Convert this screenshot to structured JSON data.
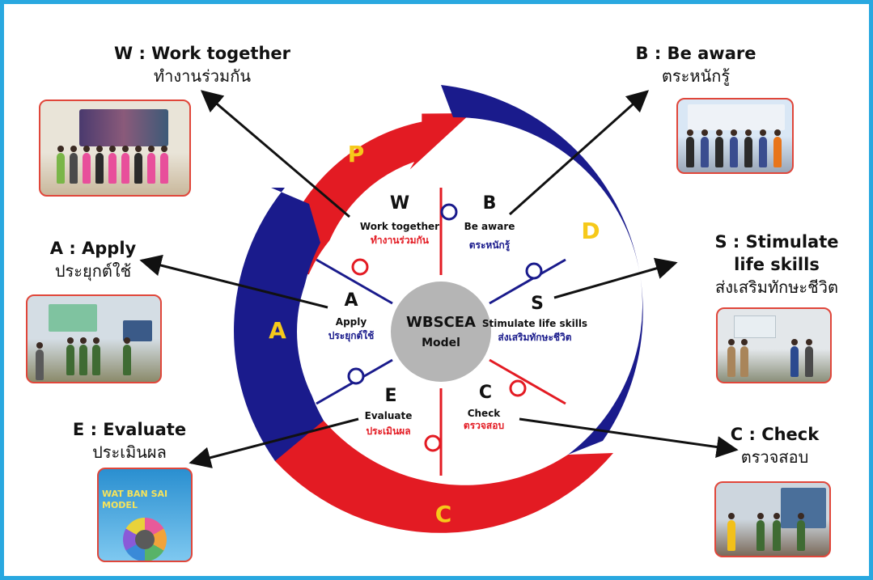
{
  "colors": {
    "border": "#29a8e0",
    "red": "#e31b23",
    "navy": "#1a1b8c",
    "pdca_letter": "#f6c91a",
    "center": "#b5b5b5",
    "arrow": "#111111"
  },
  "center": {
    "line1": "WBSCEA",
    "line2": "Model"
  },
  "pdca": {
    "p": "P",
    "d": "D",
    "c": "C",
    "a": "A"
  },
  "segments": [
    {
      "letter": "W",
      "en": "Work together",
      "th": "ทำงานร่วมกัน",
      "th_color": "#e31b23"
    },
    {
      "letter": "B",
      "en": "Be aware",
      "th": "ตระหนักรู้",
      "th_color": "#1a1b8c"
    },
    {
      "letter": "S",
      "en": "Stimulate life skills",
      "th": "ส่งเสริมทักษะชีวิต",
      "th_color": "#1a1b8c"
    },
    {
      "letter": "C",
      "en": "Check",
      "th": "ตรวจสอบ",
      "th_color": "#e31b23"
    },
    {
      "letter": "E",
      "en": "Evaluate",
      "th": "ประเมินผล",
      "th_color": "#e31b23"
    },
    {
      "letter": "A",
      "en": "Apply",
      "th": "ประยุกต์ใช้",
      "th_color": "#1a1b8c"
    }
  ],
  "outer_labels": {
    "w": {
      "en": "W : Work together",
      "th": "ทำงานร่วมกัน"
    },
    "b": {
      "en": "B : Be aware",
      "th": "ตระหนักรู้"
    },
    "a": {
      "en": "A : Apply",
      "th": "ประยุกต์ใช้"
    },
    "s": {
      "en1": "S : Stimulate",
      "en2": "life skills",
      "th": "ส่งเสริมทักษะชีวิต"
    },
    "e": {
      "en": "E : Evaluate",
      "th": "ประเมินผล"
    },
    "c": {
      "en": "C : Check",
      "th": "ตรวจสอบ"
    }
  },
  "poster": {
    "line1": "WAT BAN SAI",
    "line2": "MODEL"
  }
}
